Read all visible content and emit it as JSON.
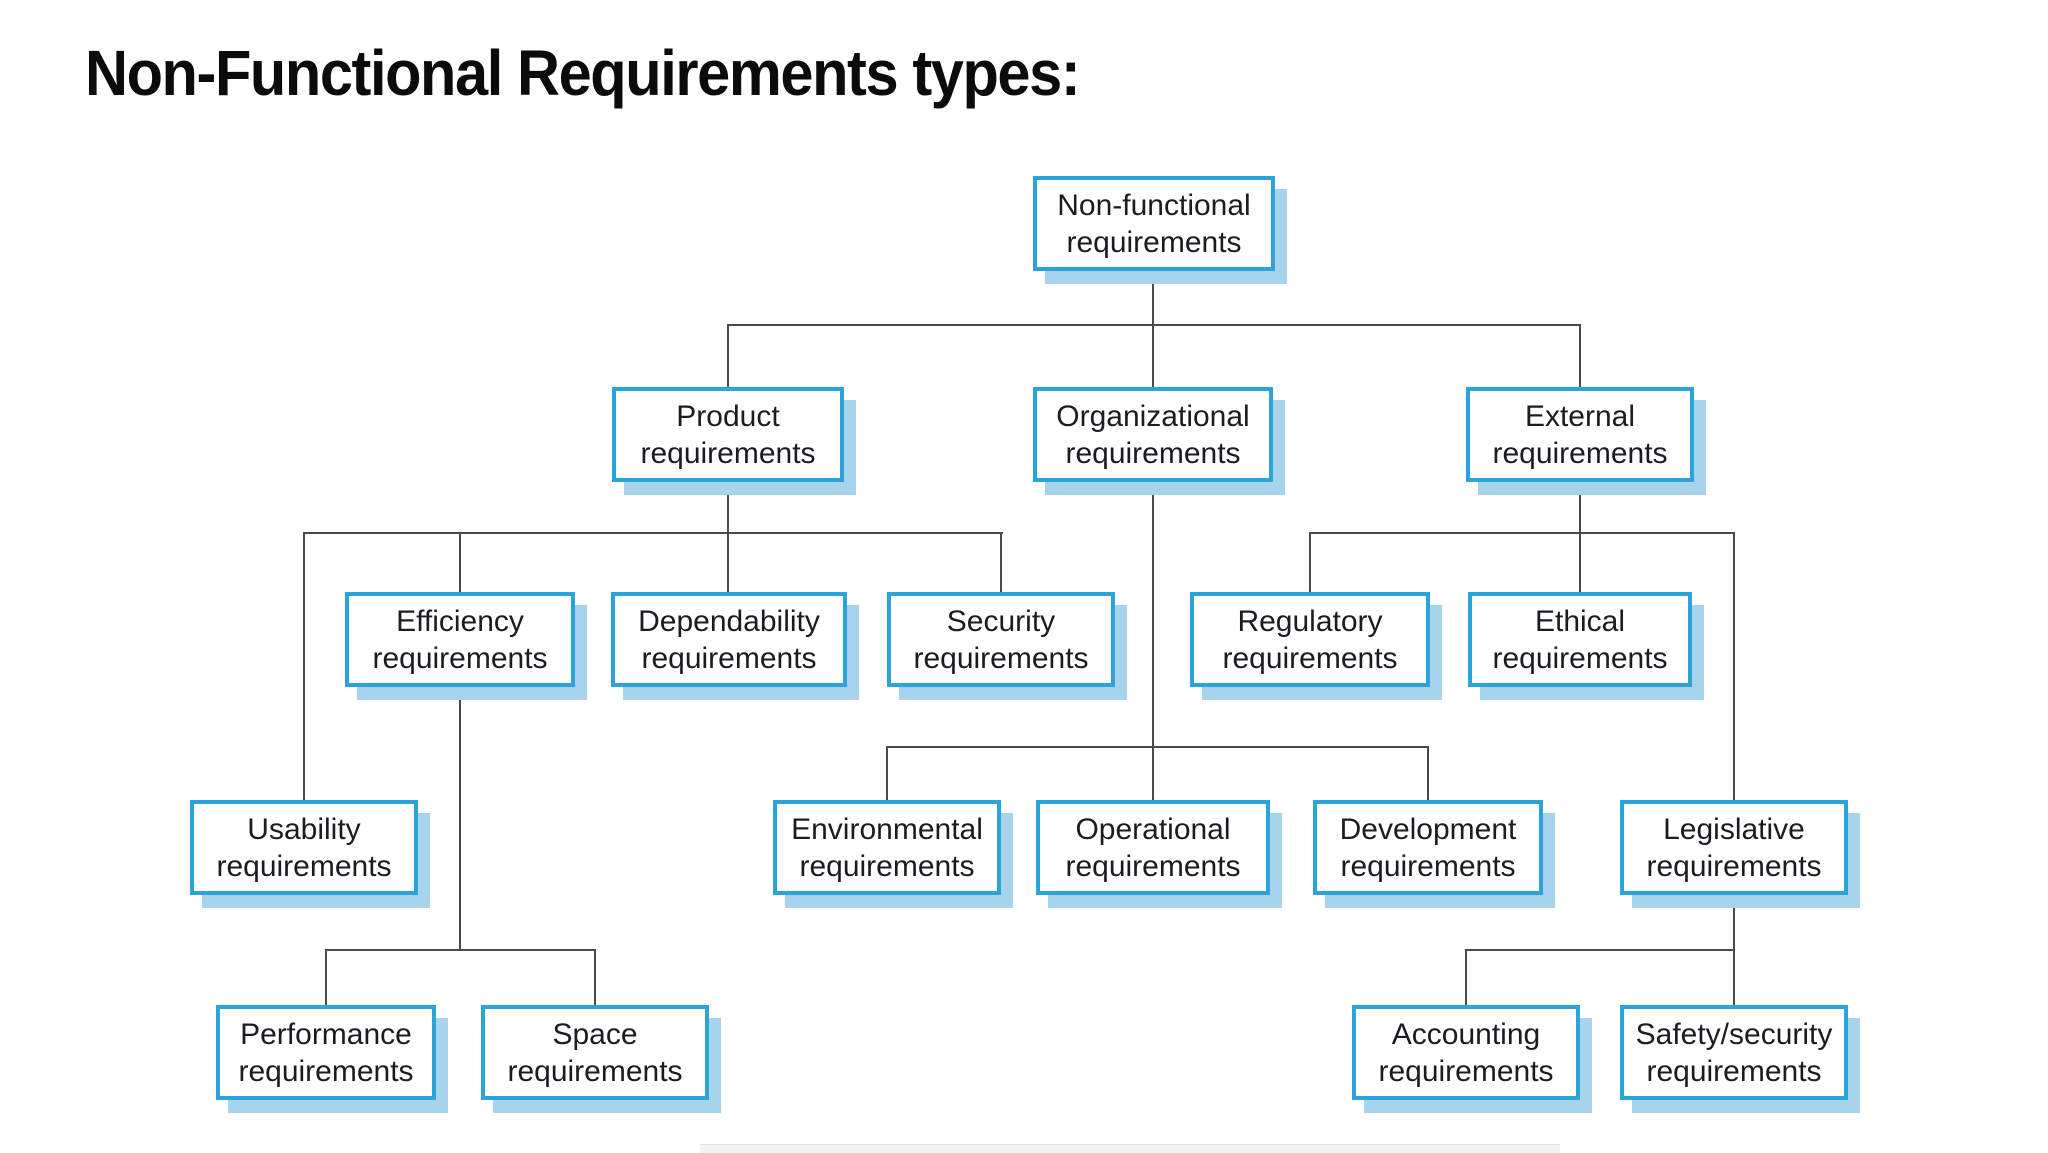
{
  "title": "Non-Functional Requirements types:",
  "diagram": {
    "nodes": {
      "non_functional": {
        "label": "Non-functional\nrequirements"
      },
      "product": {
        "label": "Product\nrequirements"
      },
      "organizational": {
        "label": "Organizational\nrequirements"
      },
      "external": {
        "label": "External\nrequirements"
      },
      "efficiency": {
        "label": "Efficiency\nrequirements"
      },
      "dependability": {
        "label": "Dependability\nrequirements"
      },
      "security": {
        "label": "Security\nrequirements"
      },
      "regulatory": {
        "label": "Regulatory\nrequirements"
      },
      "ethical": {
        "label": "Ethical\nrequirements"
      },
      "usability": {
        "label": "Usability\nrequirements"
      },
      "environmental": {
        "label": "Environmental\nrequirements"
      },
      "operational": {
        "label": "Operational\nrequirements"
      },
      "development": {
        "label": "Development\nrequirements"
      },
      "legislative": {
        "label": "Legislative\nrequirements"
      },
      "performance": {
        "label": "Performance\nrequirements"
      },
      "space": {
        "label": "Space\nrequirements"
      },
      "accounting": {
        "label": "Accounting\nrequirements"
      },
      "safety_security": {
        "label": "Safety/security\nrequirements"
      }
    },
    "edges": [
      [
        "non_functional",
        "product"
      ],
      [
        "non_functional",
        "organizational"
      ],
      [
        "non_functional",
        "external"
      ],
      [
        "product",
        "usability"
      ],
      [
        "product",
        "efficiency"
      ],
      [
        "product",
        "dependability"
      ],
      [
        "product",
        "security"
      ],
      [
        "efficiency",
        "performance"
      ],
      [
        "efficiency",
        "space"
      ],
      [
        "organizational",
        "environmental"
      ],
      [
        "organizational",
        "operational"
      ],
      [
        "organizational",
        "development"
      ],
      [
        "external",
        "regulatory"
      ],
      [
        "external",
        "ethical"
      ],
      [
        "external",
        "legislative"
      ],
      [
        "legislative",
        "accounting"
      ],
      [
        "legislative",
        "safety_security"
      ]
    ],
    "colors": {
      "box_border": "#2BA4DC",
      "box_fill": "#FFFFFF",
      "box_shadow": "#A7D3EB",
      "connector": "#4A4A4A",
      "box_text": "#1C1B22",
      "title_text": "#0B0B0B"
    }
  }
}
